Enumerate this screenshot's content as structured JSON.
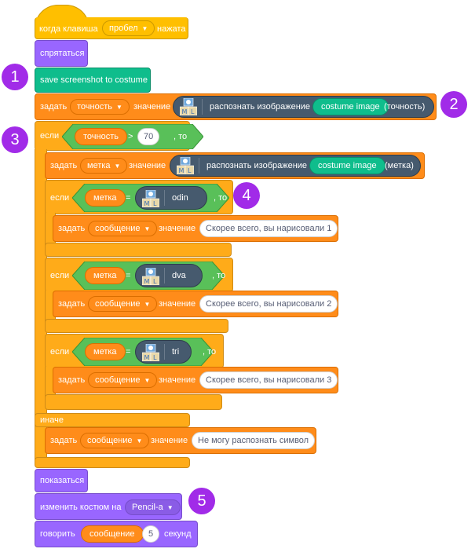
{
  "hat": {
    "when_key": "когда клавиша",
    "key": "пробел",
    "pressed": "нажата"
  },
  "hide": "спрятаться",
  "save_screenshot": "save screenshot to costume",
  "set_label": "задать",
  "value_label": "значение",
  "if_label": "если",
  "then_label": ", то",
  "else_label": "иначе",
  "eq": "=",
  "gt": ">",
  "recognize": "распознать изображение",
  "costume_image": "costume image",
  "ml_badge": "ML",
  "set_conf": {
    "var": "точность",
    "field": "(точность)"
  },
  "if_conf": {
    "var": "точность",
    "value": "70"
  },
  "set_label_var": {
    "var": "метка",
    "field": "(метка)"
  },
  "cond1": {
    "var": "метка",
    "label": "odin"
  },
  "msg1": {
    "var": "сообщение",
    "value": "Скорее всего, вы нарисовали 1"
  },
  "cond2": {
    "var": "метка",
    "label": "dva"
  },
  "msg2": {
    "var": "сообщение",
    "value": "Скорее всего, вы нарисовали 2"
  },
  "cond3": {
    "var": "метка",
    "label": "tri"
  },
  "msg3": {
    "var": "сообщение",
    "value": "Скорее всего, вы нарисовали 3"
  },
  "msg_else": {
    "var": "сообщение",
    "value": "Не могу распознать символ"
  },
  "show": "показаться",
  "switch_costume": {
    "label": "изменить костюм на",
    "costume": "Pencil-a"
  },
  "say": {
    "label": "говорить",
    "var": "сообщение",
    "secs": "5",
    "suffix": "секунд"
  },
  "badges": [
    "1",
    "2",
    "3",
    "4",
    "5"
  ],
  "colors": {
    "events": "#FFBF00",
    "looks": "#9966FF",
    "extension": "#0FBD8C",
    "control": "#FFAB19",
    "data": "#FF8C1A",
    "operators": "#59C059",
    "ml": "#465A6E",
    "badge": "#A12BE8"
  }
}
